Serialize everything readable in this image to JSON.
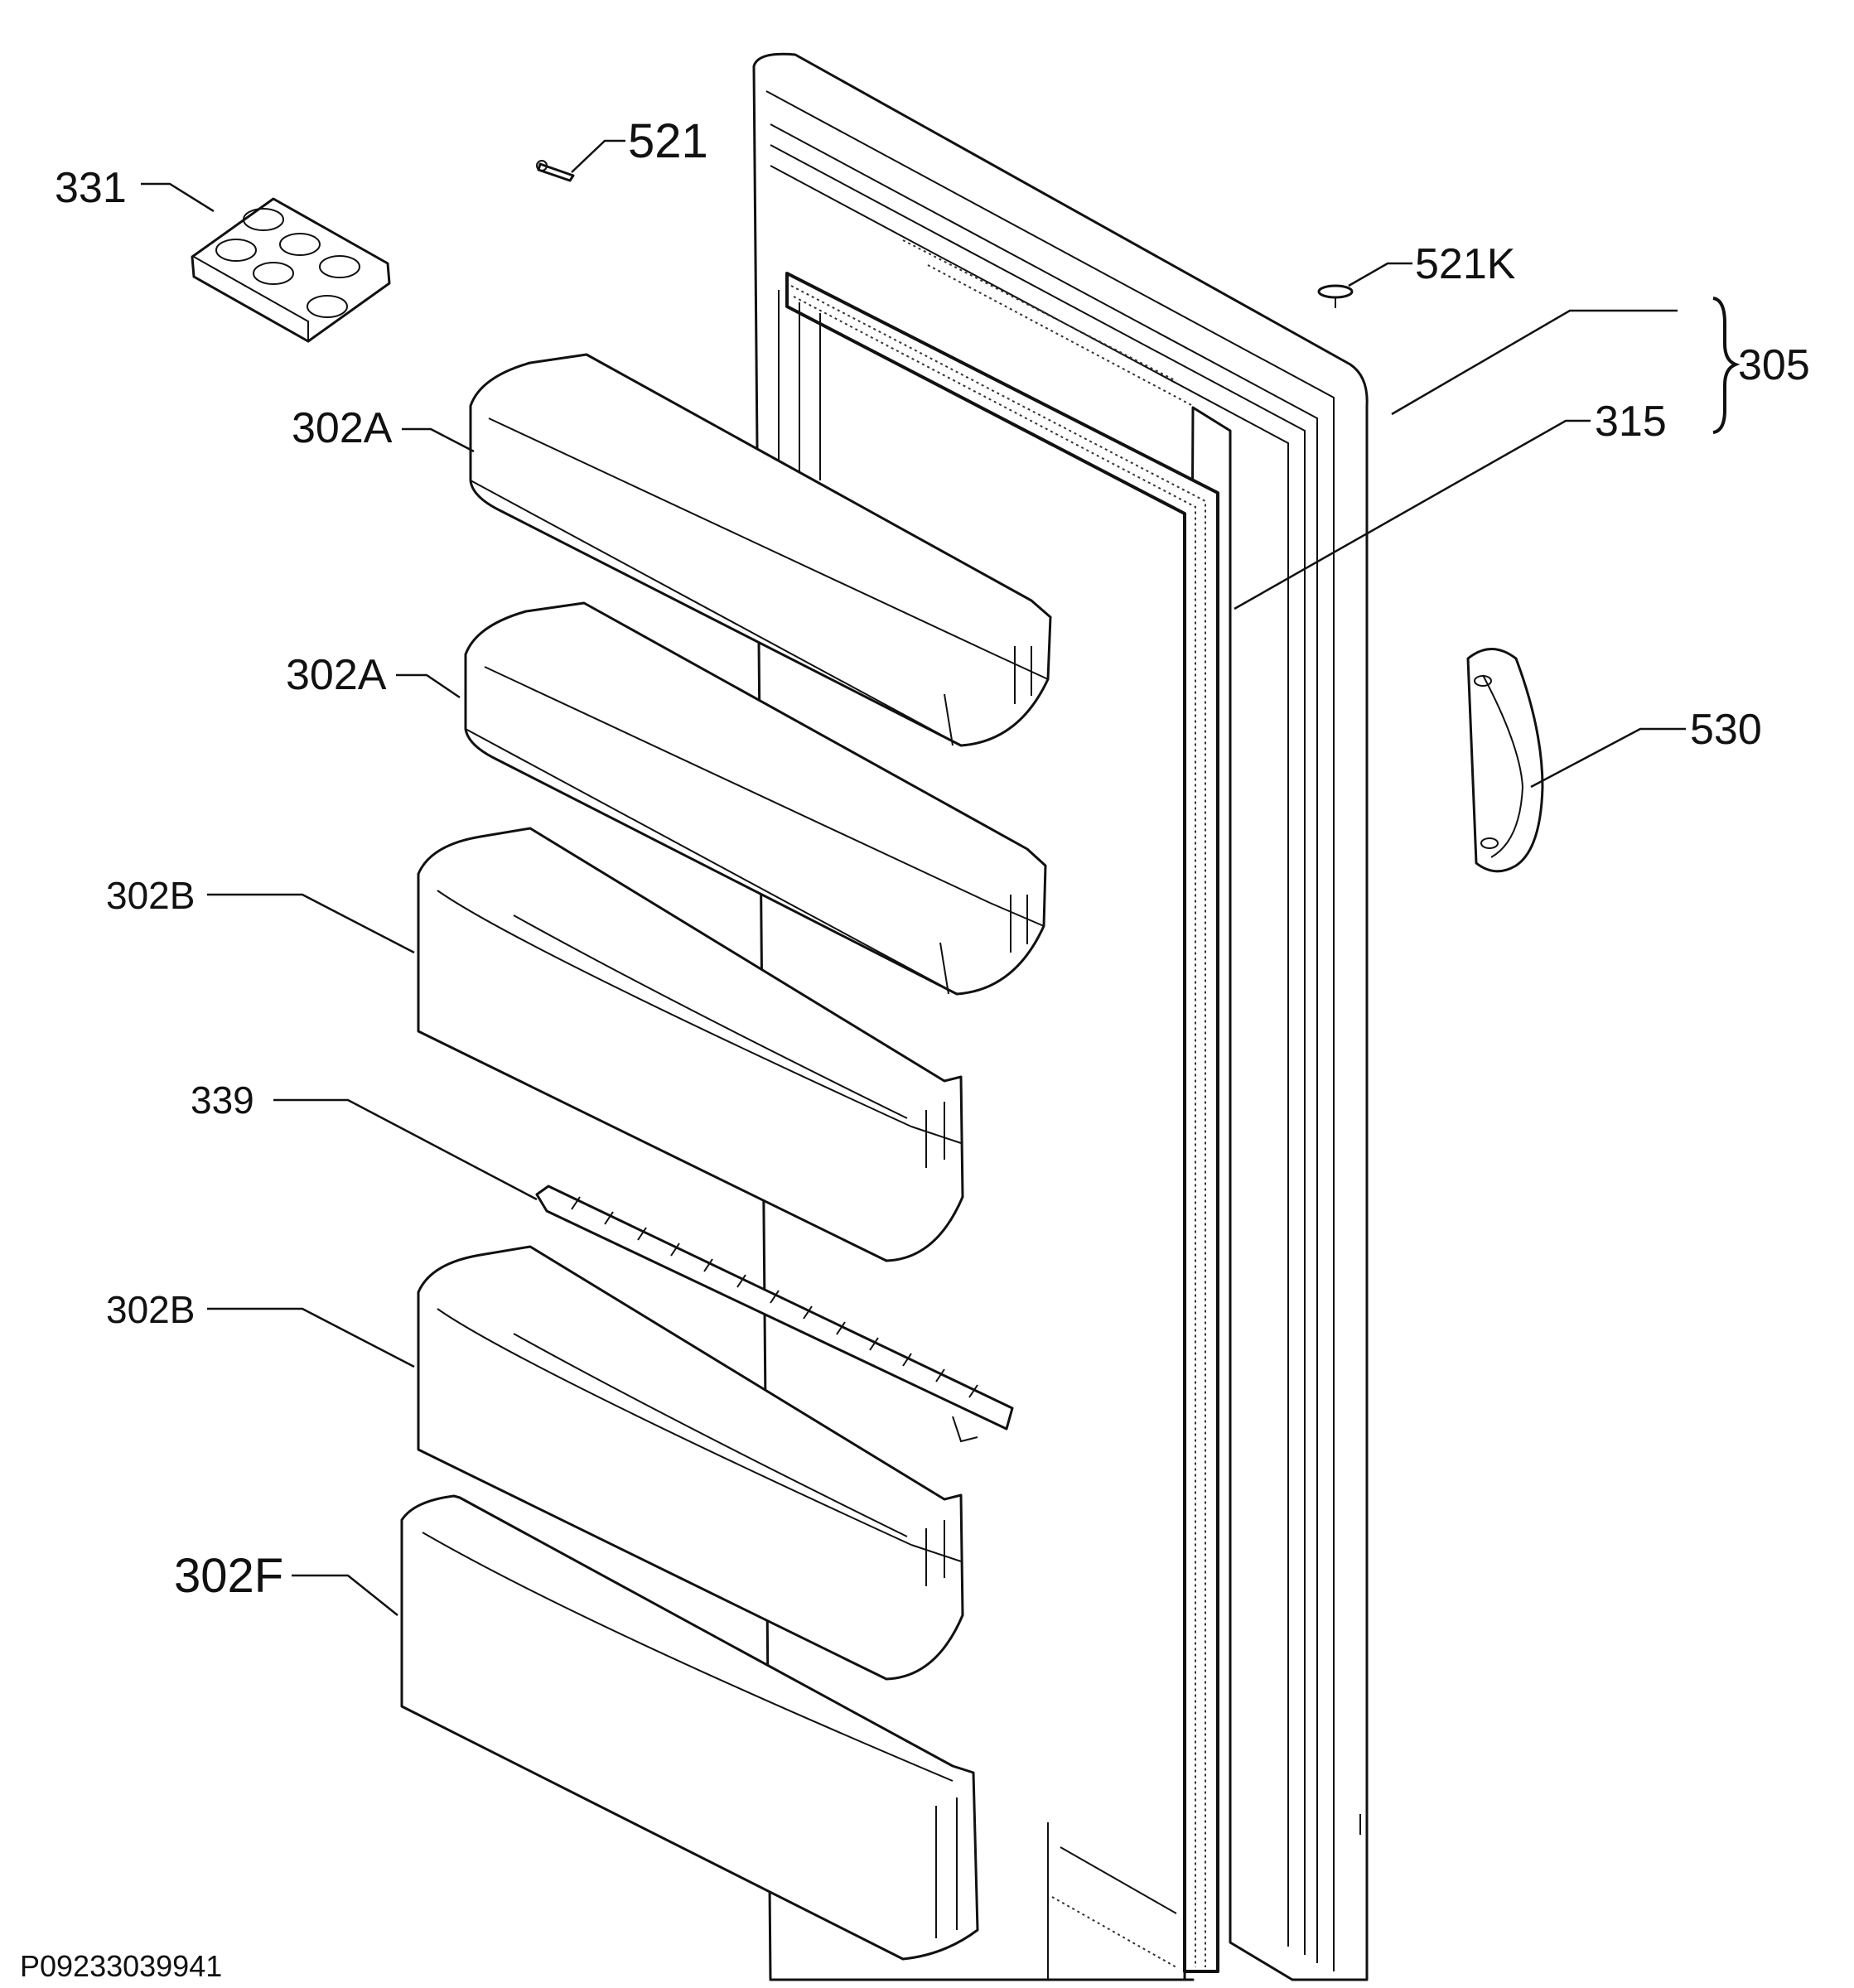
{
  "callouts": {
    "c331": "331",
    "c521": "521",
    "c521k": "521K",
    "c305": "305",
    "c315": "315",
    "c302a_1": "302A",
    "c302a_2": "302A",
    "c530": "530",
    "c302b_1": "302B",
    "c339": "339",
    "c302b_2": "302B",
    "c302f": "302F"
  },
  "drawing_number": "P09233039941"
}
